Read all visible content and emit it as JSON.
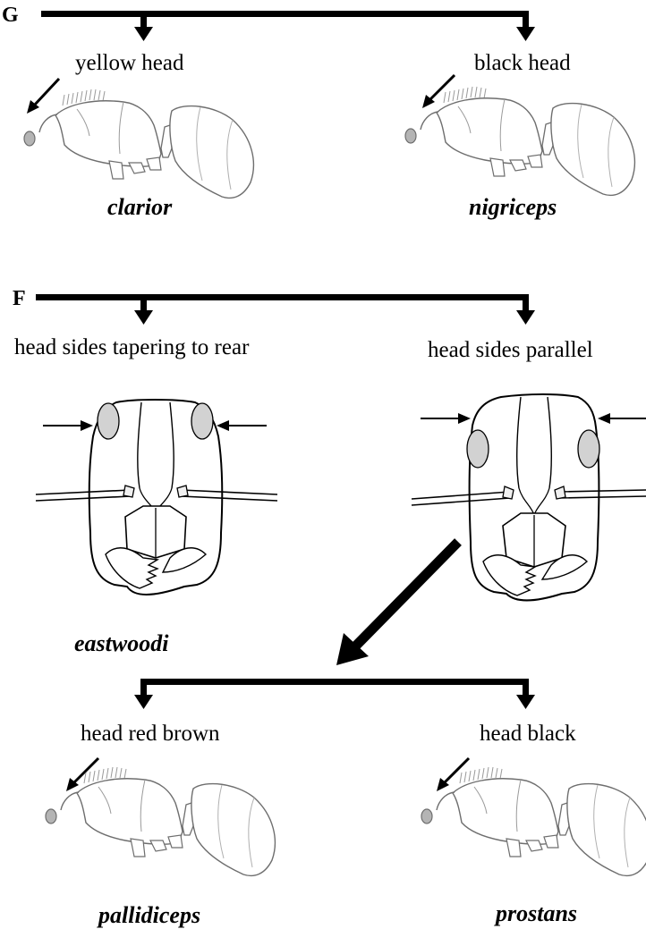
{
  "couplets": {
    "g": {
      "letter": "G",
      "left_character": "yellow head",
      "right_character": "black head",
      "left_taxon": "clarior",
      "right_taxon": "nigriceps"
    },
    "f": {
      "letter": "F",
      "left_character": "head sides tapering to rear",
      "right_character": "head sides parallel",
      "left_taxon": "eastwoodi"
    },
    "next": {
      "left_character": "head red brown",
      "right_character": "head black",
      "left_taxon": "pallidiceps",
      "right_taxon": "prostans"
    }
  },
  "colors": {
    "line": "#000000",
    "outline": "#6e6e6e",
    "hairs": "#9a9a9a",
    "eye_fill": "#b4b4b4",
    "head_eye_fill": "#d2d2d2"
  }
}
